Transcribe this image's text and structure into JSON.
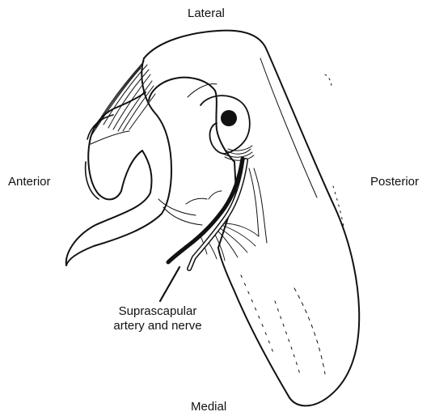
{
  "orientation": {
    "top": "Lateral",
    "left": "Anterior",
    "right": "Posterior",
    "bottom": "Medial"
  },
  "callout": {
    "line1": "Suprascapular",
    "line2": "artery and nerve"
  }
}
